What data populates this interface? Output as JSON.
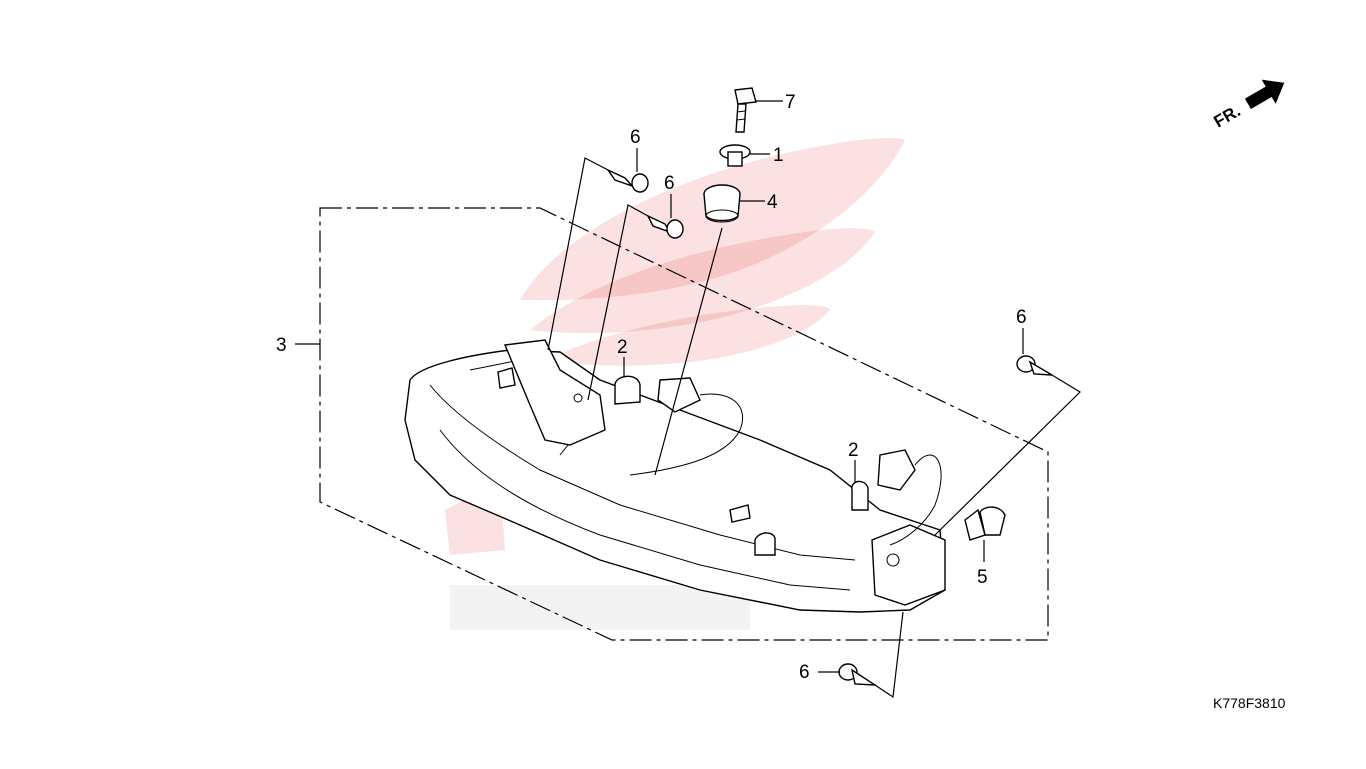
{
  "diagram": {
    "code": "K778F3810",
    "front_label": "FR.",
    "callouts": [
      {
        "id": "c7",
        "label": "7"
      },
      {
        "id": "c1",
        "label": "1"
      },
      {
        "id": "c4",
        "label": "4"
      },
      {
        "id": "c6a",
        "label": "6"
      },
      {
        "id": "c6b",
        "label": "6"
      },
      {
        "id": "c3",
        "label": "3"
      },
      {
        "id": "c2a",
        "label": "2"
      },
      {
        "id": "c2b",
        "label": "2"
      },
      {
        "id": "c6c",
        "label": "6"
      },
      {
        "id": "c5",
        "label": "5"
      },
      {
        "id": "c6d",
        "label": "6"
      }
    ]
  },
  "colors": {
    "line": "#000000",
    "watermark": "#e52a2a",
    "background": "#ffffff"
  },
  "icons": [
    "front-direction-arrow-icon",
    "brand-wing-watermark"
  ]
}
